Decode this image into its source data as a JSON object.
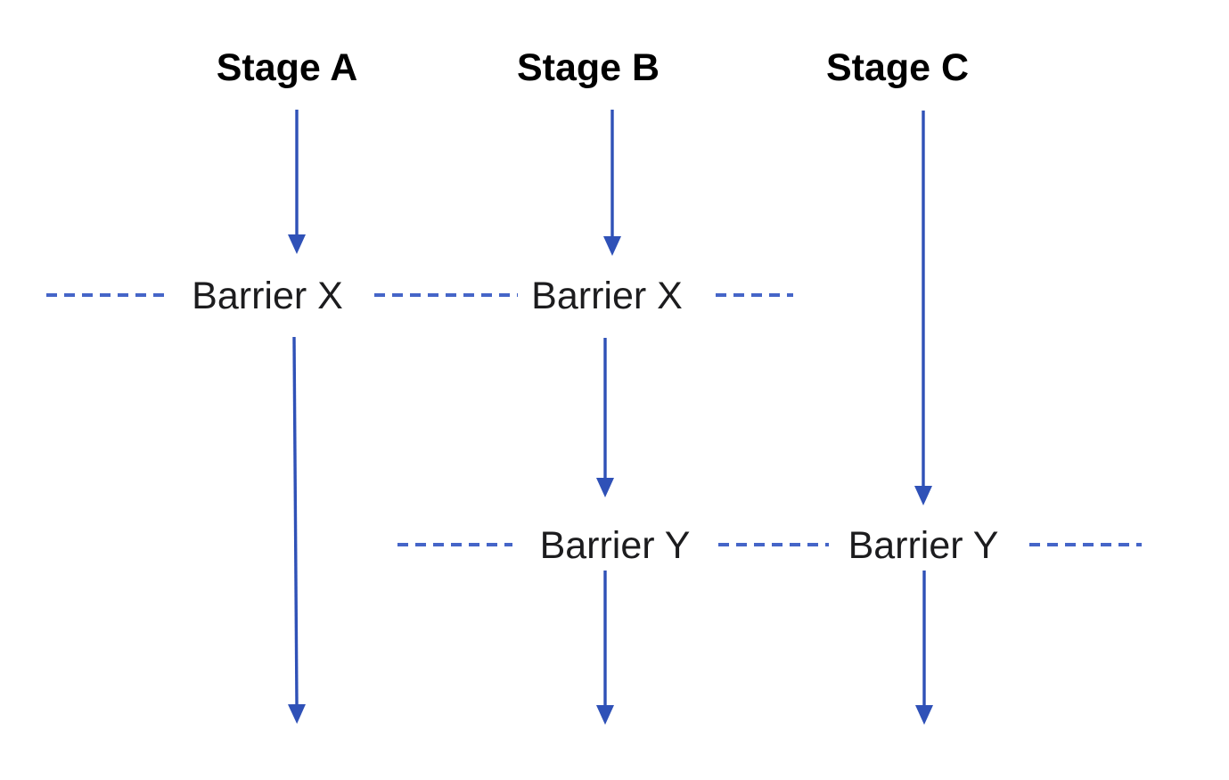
{
  "stages": [
    {
      "label": "Stage A"
    },
    {
      "label": "Stage B"
    },
    {
      "label": "Stage C"
    }
  ],
  "barriers": [
    {
      "label": "Barrier X"
    },
    {
      "label": "Barrier Y"
    }
  ],
  "colors": {
    "arrow": "#2f51b7",
    "dash": "#4565c8",
    "title_text": "#000000",
    "barrier_text": "#1c1c1e",
    "background": "#ffffff"
  }
}
